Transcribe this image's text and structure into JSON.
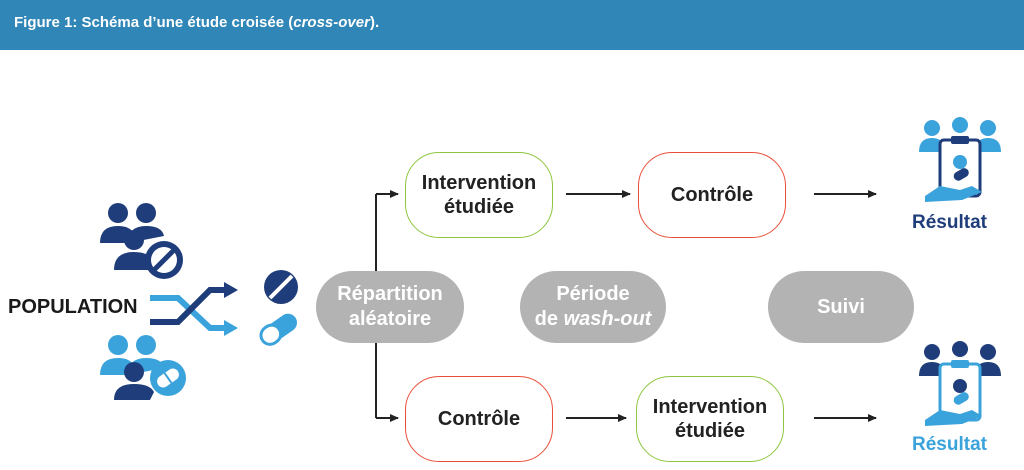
{
  "header": {
    "title_prefix": "Figure 1: Schéma d’une étude croisée (",
    "title_italic": "cross-over",
    "title_suffix": ")."
  },
  "population": {
    "label": "POPULATION"
  },
  "randomization": {
    "line1": "Répartition",
    "line2": "aléatoire"
  },
  "washout": {
    "line1": "Période",
    "line2_prefix": "de ",
    "line2_italic": "wash-out"
  },
  "followup": {
    "label": "Suivi"
  },
  "arm_top": {
    "first": {
      "line1": "Intervention",
      "line2": "étudiée"
    },
    "second": {
      "label": "Contrôle"
    },
    "result": "Résultat"
  },
  "arm_bottom": {
    "first": {
      "label": "Contrôle"
    },
    "second": {
      "line1": "Intervention",
      "line2": "étudiée"
    },
    "result": "Résultat"
  },
  "colors": {
    "header_bg": "#2f86b7",
    "dark_blue": "#1f3d7a",
    "light_blue": "#3ba3db",
    "intervention_border": "#8cc63f",
    "control_border": "#e8503a",
    "pill_gray": "#b3b3b3"
  },
  "icons": [
    "people-no-pill-icon",
    "people-pill-icon",
    "shuffle-icon",
    "pill-icon",
    "capsule-icon",
    "result-clipboard-icon"
  ]
}
